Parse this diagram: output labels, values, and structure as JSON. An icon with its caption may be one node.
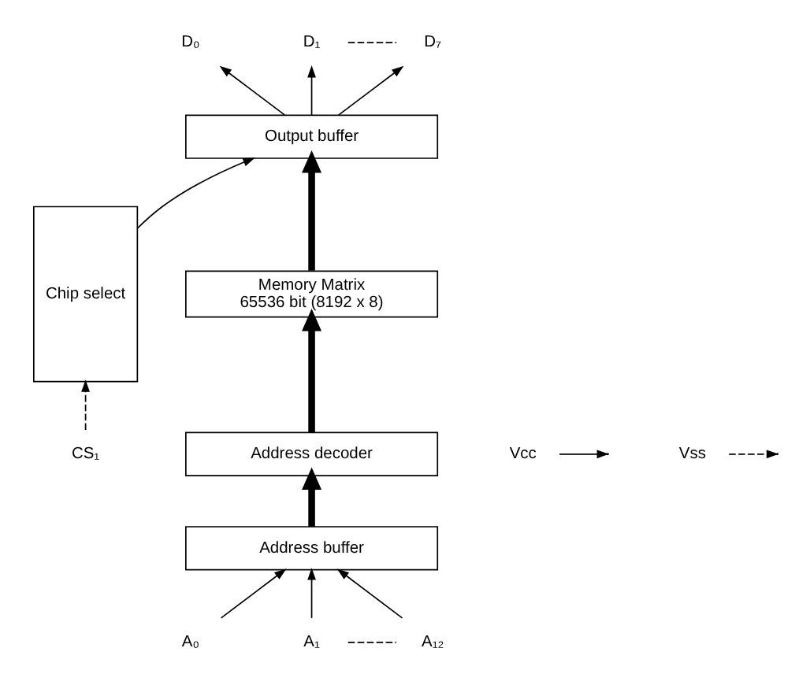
{
  "diagram": {
    "nodes": [
      {
        "text": [
          "D₀"
        ]
      },
      {
        "text": [
          "D₁"
        ]
      },
      {
        "text": [
          "D₇"
        ]
      },
      {
        "text": [
          "Output buffer"
        ]
      },
      {
        "text": [
          "Vcc"
        ]
      },
      {
        "text": [
          "Vss"
        ]
      },
      {
        "text": [
          "CS₁"
        ]
      },
      {
        "text": [
          "Chip select"
        ]
      },
      {
        "text": [
          "Memory Matrix",
          "65536 bit (8192 x 8)"
        ]
      },
      {
        "text": [
          "Address decoder"
        ]
      },
      {
        "text": [
          "Address buffer"
        ]
      },
      {
        "text": [
          "A₀"
        ]
      },
      {
        "text": [
          "A₁"
        ]
      },
      {
        "text": [
          "A₁₂"
        ]
      }
    ],
    "edges": [
      {
        "from": 3,
        "to": 0,
        "arrow": "to"
      },
      {
        "from": 3,
        "to": 1,
        "arrow": "to"
      },
      {
        "from": 3,
        "to": 2,
        "arrow": "to"
      },
      {
        "from": 1,
        "to": 2,
        "arrow": "none",
        "style": "dashed"
      },
      {
        "from": 7,
        "to": 3,
        "arrow": "to"
      },
      {
        "from": 4,
        "to": null,
        "arrow": "to"
      },
      {
        "from": 5,
        "to": null,
        "arrow": "to",
        "style": "dashed"
      },
      {
        "from": 6,
        "to": 7,
        "arrow": "to",
        "style": "dashed"
      },
      {
        "from": 10,
        "to": 9,
        "arrow": "to",
        "style": "thick"
      },
      {
        "from": 9,
        "to": 8,
        "arrow": "to",
        "style": "thick"
      },
      {
        "from": 8,
        "to": 3,
        "arrow": "to",
        "style": "thick"
      },
      {
        "from": 11,
        "to": 10,
        "arrow": "to"
      },
      {
        "from": 12,
        "to": 10,
        "arrow": "to"
      },
      {
        "from": 13,
        "to": 10,
        "arrow": "to"
      },
      {
        "from": 12,
        "to": 13,
        "arrow": "none",
        "style": "dashed"
      }
    ]
  }
}
